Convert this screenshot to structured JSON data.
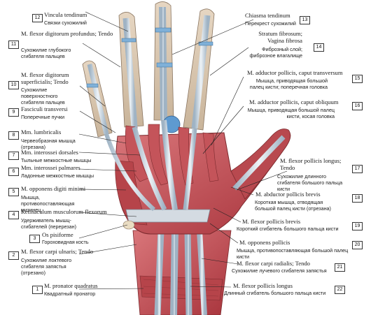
{
  "labels": [
    {
      "num": "12",
      "latin": "Vincula tendinum",
      "russian": "Связки сухожилий"
    },
    {
      "num": "11",
      "latin": "M. flexor digitorum profundus; Tendo",
      "russian": "Сухожилие глубокого сгибателя пальцев"
    },
    {
      "num": "10",
      "latin": "M. flexor digitorum superficialis; Tendo",
      "russian": "Сухожилие поверхностного сгибателя пальцев"
    },
    {
      "num": "9",
      "latin": "Fasciculi transversi",
      "russian": "Поперечные пучки"
    },
    {
      "num": "8",
      "latin": "Mm. lumbricalis",
      "russian": "Червеобразная мышца (отрезана)"
    },
    {
      "num": "7",
      "latin": "Mm. interossei dorsales",
      "russian": "Тыльные межкостные мышцы"
    },
    {
      "num": "6",
      "latin": "Mm. interossei palmares",
      "russian": "Ладонные межкостные мышцы"
    },
    {
      "num": "5",
      "latin": "M. opponens digiti minimi",
      "russian": "Мышца, противопоставляющая мизинец"
    },
    {
      "num": "4",
      "latin": "Retinaculum musculorum flexorum",
      "russian": "Удерживатель мышц-сгибателей (перерезан)"
    },
    {
      "num": "3",
      "latin": "Os pisiforme",
      "russian": "Гороховидная кость"
    },
    {
      "num": "2",
      "latin": "M. flexor carpi ulnaris; Tendo",
      "russian": "Сухожилие локтевого сгибателя запястья (отрезано)"
    },
    {
      "num": "1",
      "latin": "M. pronator quadratus",
      "russian": "Квадратный пронатор"
    },
    {
      "num": "13",
      "latin": "Chiasma tendinum",
      "russian": "Перекрест сухожилий"
    },
    {
      "num": "14",
      "latin": "Stratum fibrosum; Vagina fibrosa",
      "russian": "Фиброзный слой; фиброзное влагалище"
    },
    {
      "num": "15",
      "latin": "M. adductor pollicis, caput transversum",
      "russian": "Мышца, приводящая большой палец кисти; поперечная головка"
    },
    {
      "num": "16",
      "latin": "M. adductor pollicis, caput obliquum",
      "russian": "Мышца, приводящая большой палец кисти, косая головка"
    },
    {
      "num": "17",
      "latin": "M. flexor pollicis longus; Tendo",
      "russian": "Сухожилие длинного сгибателя большого пальца кисти"
    },
    {
      "num": "18",
      "latin": "M. abductor pollicis brevis",
      "russian": "Короткая мышца, отводящая большой палец кисти (отрезана)"
    },
    {
      "num": "19",
      "latin": "M. flexor pollicis brevis",
      "russian": "Короткий сгибатель большого пальца кисти"
    },
    {
      "num": "20",
      "latin": "M. opponens pollicis",
      "russian": "Мышца, противопоставляющая большой палец кисти"
    },
    {
      "num": "21",
      "latin": "M. flexor carpi radialis; Tendo",
      "russian": "Сухожилие лучевого сгибателя запястья"
    },
    {
      "num": "22",
      "latin": "M. flexor pollicis longus",
      "russian": "Длинный сгибатель большого пальца кисти"
    }
  ],
  "colors": {
    "muscle": "#c85a5c",
    "muscle_dark": "#a8343c",
    "tendon": "#c9d6e0",
    "bone": "#e8dcc0",
    "sheath": "#7fb0d8",
    "line": "#222222"
  }
}
